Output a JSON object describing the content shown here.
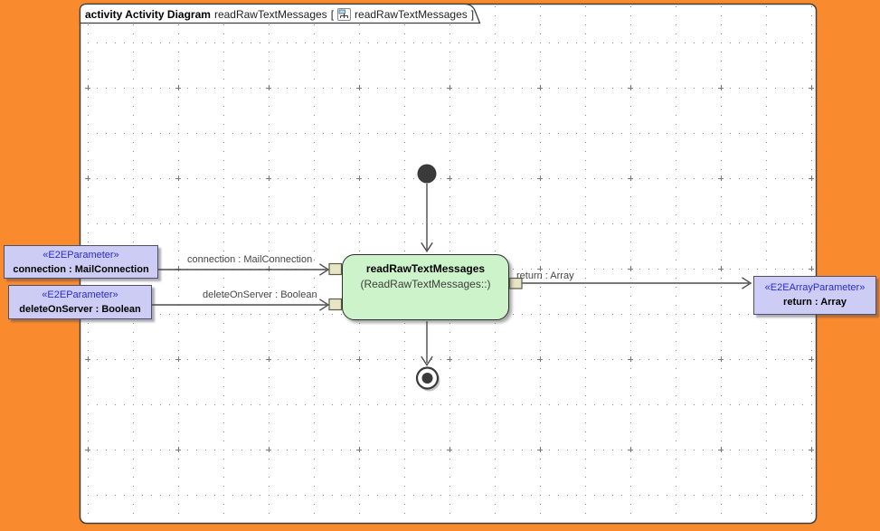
{
  "frame": {
    "tab": {
      "keyword": "activity Activity Diagram",
      "diagram_name": "readRawTextMessages",
      "open_bracket": "[",
      "icon": "activity-diagram-icon",
      "ref_name": "readRawTextMessages",
      "close_bracket": "]"
    }
  },
  "nodes": {
    "initial": {
      "type": "initial-node"
    },
    "final": {
      "type": "activity-final-node"
    },
    "activity": {
      "title": "readRawTextMessages",
      "subtitle": "(ReadRawTextMessages::)"
    },
    "param_connection": {
      "stereotype": "«E2EParameter»",
      "name": "connection : MailConnection"
    },
    "param_delete_on_server": {
      "stereotype": "«E2EParameter»",
      "name": "deleteOnServer : Boolean"
    },
    "param_return": {
      "stereotype": "«E2EArrayParameter»",
      "name": "return : Array"
    }
  },
  "edges": {
    "connection_label": "connection : MailConnection",
    "delete_on_server_label": "deleteOnServer : Boolean",
    "return_label": "return : Array"
  },
  "colors": {
    "orange": "#fa8a2e",
    "activity-fill": "#cdf3ca",
    "param-fill": "#ccccf5",
    "stereo-blue": "#2a2ad4",
    "pin-fill": "#e7e5c6",
    "edge": "#4d4d4d",
    "node-dark": "#3a3a3a"
  }
}
